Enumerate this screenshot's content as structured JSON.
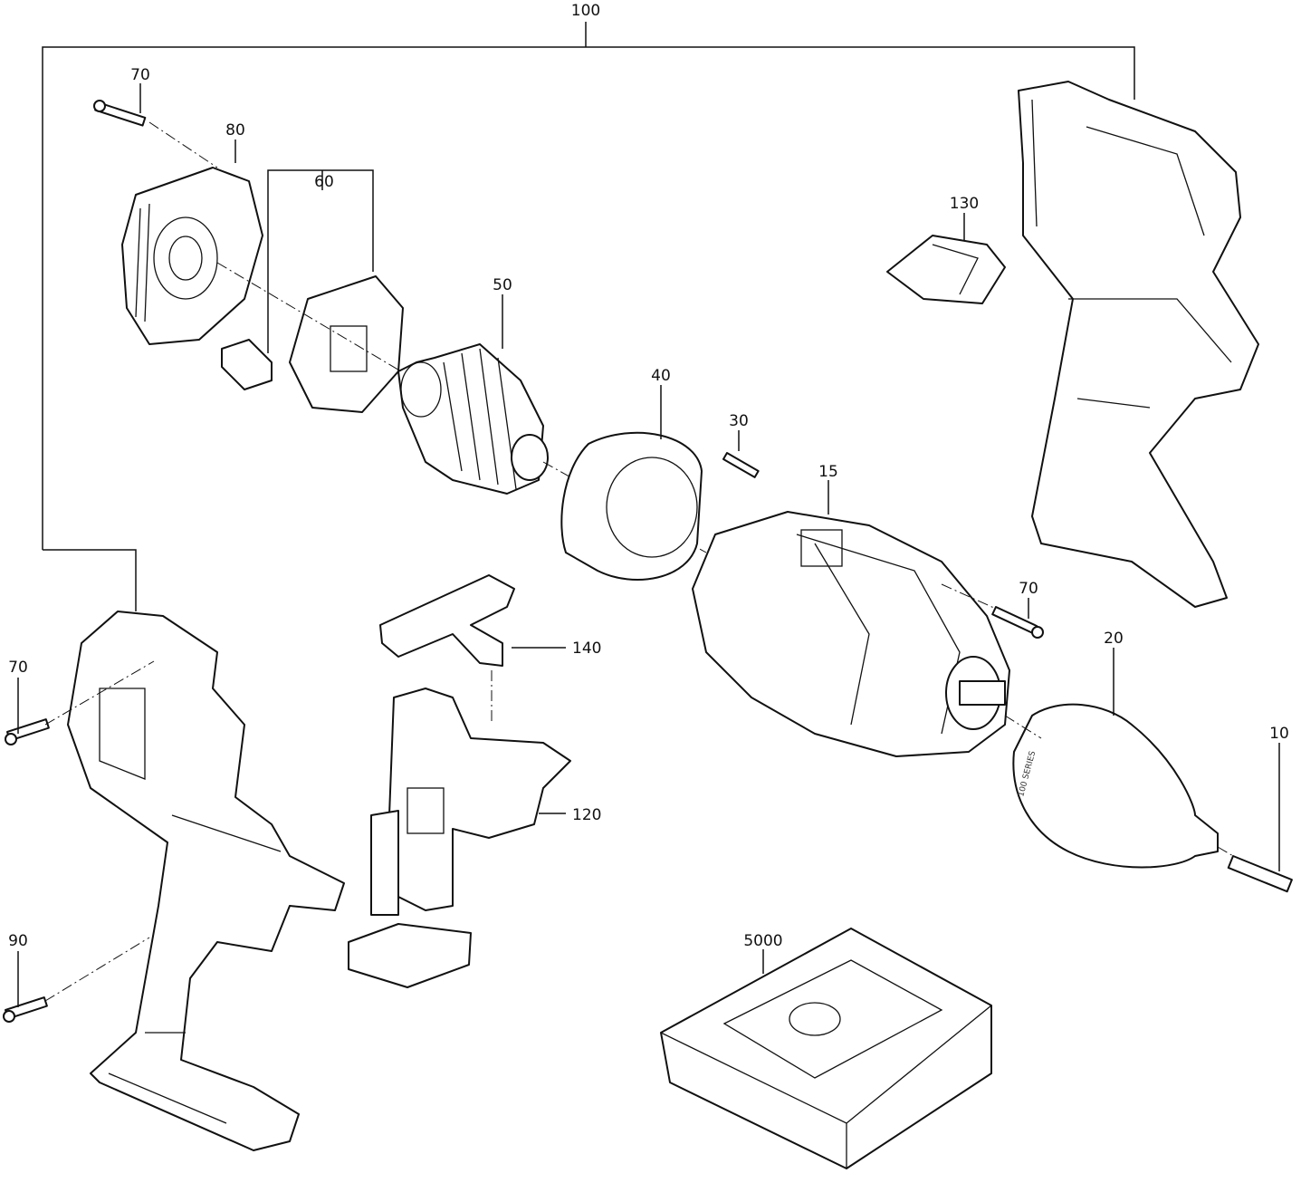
{
  "diagram": {
    "labels": {
      "assembly": "100",
      "screw_top": "70",
      "end_cap": "80",
      "brush_plate": "60",
      "armature": "50",
      "magnet_ring": "40",
      "pin": "30",
      "gearbox": "15",
      "switch_button": "130",
      "screw_gearbox": "70",
      "chuck": "20",
      "chuck_screw": "10",
      "reverse_lever": "140",
      "switch": "120",
      "screw_left": "70",
      "screw_handle": "90",
      "case": "5000"
    },
    "chuck_text": "100 SERIES"
  }
}
